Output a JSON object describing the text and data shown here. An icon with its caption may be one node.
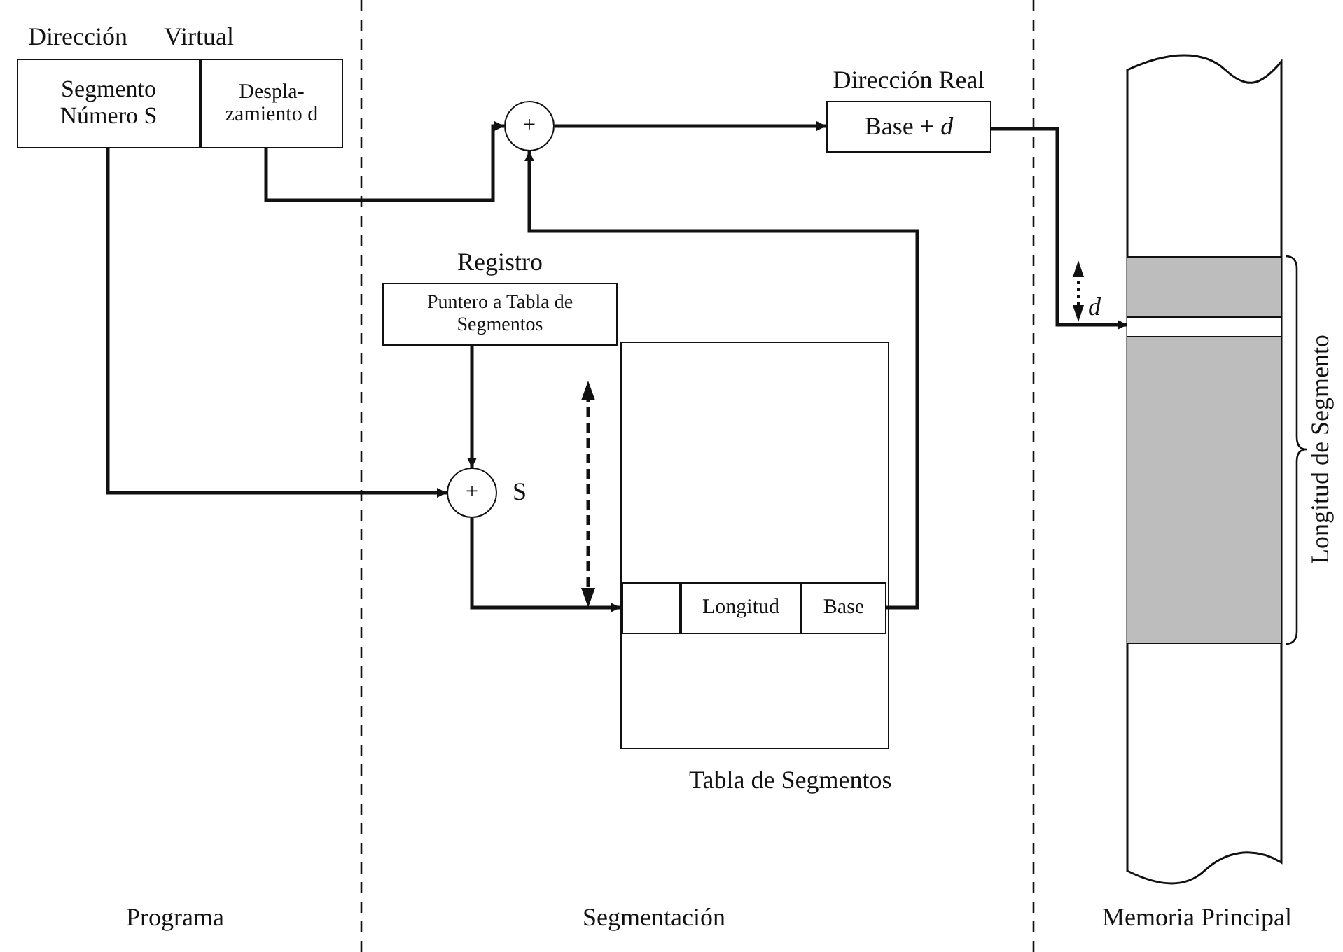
{
  "diagram": {
    "nodes": [
      {
        "text": [
          "Dirección Virtual"
        ]
      },
      {
        "text": [
          "Segmento Número S"
        ],
        "in": 0
      },
      {
        "text": [
          "Despla- zamiento d"
        ],
        "in": 0
      },
      {
        "text": [
          "+"
        ]
      },
      {
        "text": [
          "Dirección Real",
          "Base + *d*"
        ]
      },
      {
        "text": [
          "Registro",
          "Puntero a Tabla de Segmentos"
        ]
      },
      {
        "text": [
          "+"
        ],
        "beside": [
          "S"
        ]
      },
      {
        "text": [],
        "shape": "box",
        "beside": [
          "Tabla de Segmentos"
        ]
      },
      {
        "text": [],
        "shape": "box",
        "in": 7
      },
      {
        "text": [
          "Longitud"
        ],
        "in": 7
      },
      {
        "text": [
          "Base"
        ],
        "in": 7
      },
      {
        "text": [],
        "shape": "bar"
      },
      {
        "text": [],
        "shape": "box",
        "in": 11
      },
      {
        "text": [],
        "shape": "box",
        "in": 12
      }
    ],
    "edges": [
      {
        "from": 1,
        "to": 6,
        "arrow": "to"
      },
      {
        "from": 2,
        "to": 3,
        "arrow": "to"
      },
      {
        "from": 3,
        "to": 4,
        "arrow": "to"
      },
      {
        "from": 10,
        "to": 3,
        "arrow": "to"
      },
      {
        "from": 5,
        "to": 6,
        "arrow": "to"
      },
      {
        "from": 6,
        "to": 8,
        "arrow": "to"
      },
      {
        "from": 4,
        "to": 13,
        "arrow": "to"
      }
    ],
    "labels": [
      "d",
      "Longitud de Segmento",
      "Programa",
      "Segmentación",
      "Memoria Principal"
    ]
  }
}
